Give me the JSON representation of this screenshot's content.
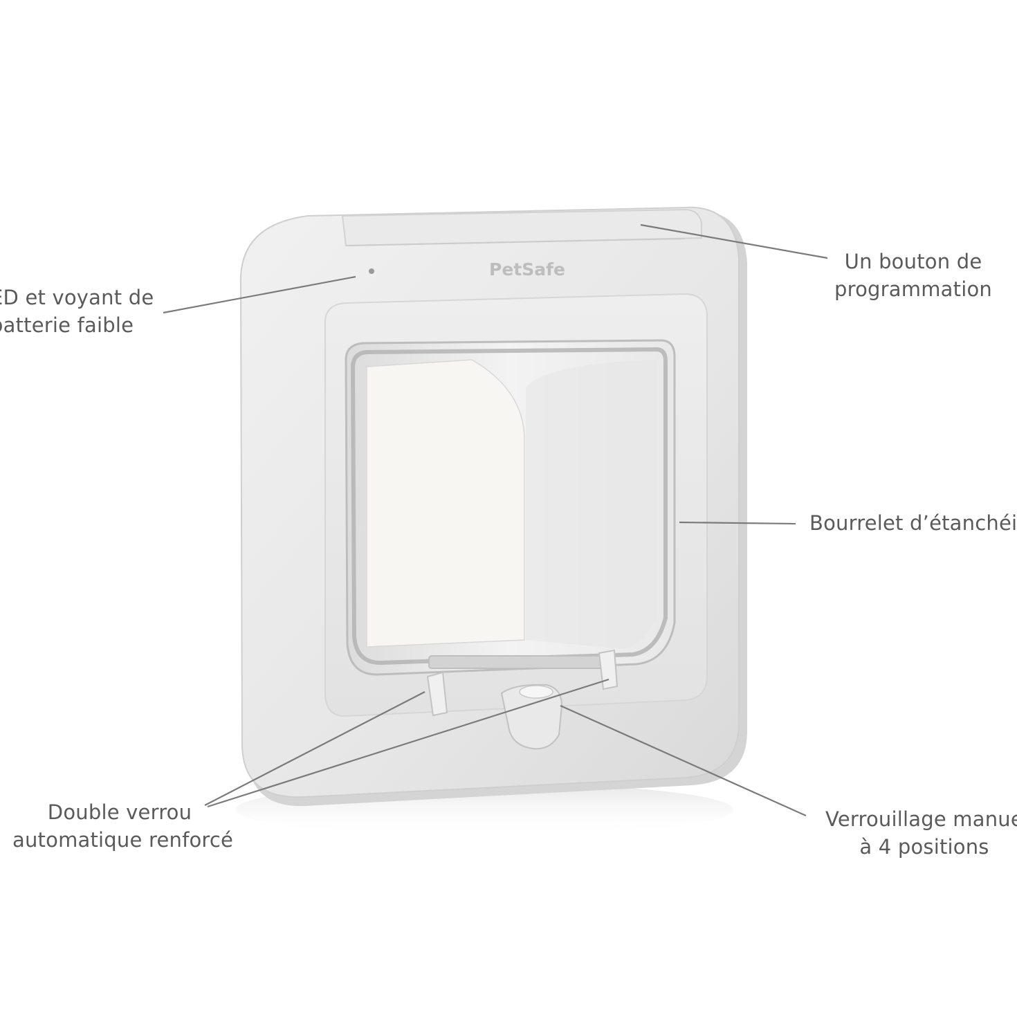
{
  "brand": "PetSafe",
  "colors": {
    "background": "#ffffff",
    "body": "#e4e4e4",
    "tunnel": "#eeeeee",
    "flap": "#f7f6f3",
    "leader_line": "#7a7a7a",
    "label_text": "#5a5a5a"
  },
  "callouts": {
    "led": {
      "line1": "ED et voyant de",
      "line2": "batterie faible"
    },
    "programming": {
      "line1": "Un bouton de",
      "line2": "programmation"
    },
    "seal": {
      "line1": "Bourrelet d’étanchéit"
    },
    "double_lock": {
      "line1": "Double verrou",
      "line2": "automatique renforcé"
    },
    "manual_lock": {
      "line1": "Verrouillage manue",
      "line2": "à 4 positions"
    }
  }
}
